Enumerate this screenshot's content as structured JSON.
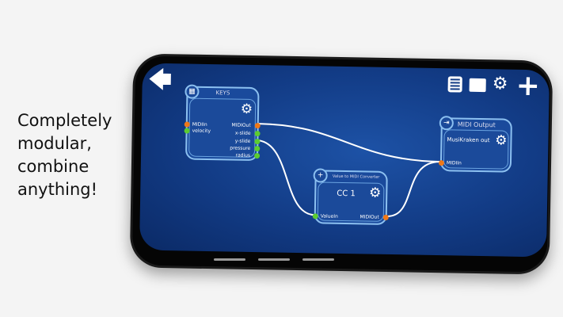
{
  "tagline": [
    "Completely",
    "modular,",
    "combine",
    "anything!"
  ],
  "toolbar": {
    "back_icon": "back-arrow-icon",
    "list_icon": "list-icon",
    "folder_icon": "folder-icon",
    "settings_icon": "gear-icon",
    "add_icon": "plus-icon"
  },
  "nodes": {
    "keys": {
      "title": "KEYS",
      "inputs": [
        "MIDIIn",
        "velocity"
      ],
      "outputs": [
        "MIDIOut",
        "x-slide",
        "y-slide",
        "pressure",
        "radius"
      ]
    },
    "converter": {
      "title": "Value to MIDI Converter",
      "name": "CC 1",
      "inputs": [
        "ValueIn"
      ],
      "outputs": [
        "MIDIOut"
      ]
    },
    "output": {
      "title": "MIDI Output",
      "name": "MusiKraken out",
      "inputs": [
        "MIDIIn"
      ]
    }
  },
  "colors": {
    "midi_port": "#f07818",
    "value_port": "#5ccc30",
    "background": "#123b85"
  }
}
